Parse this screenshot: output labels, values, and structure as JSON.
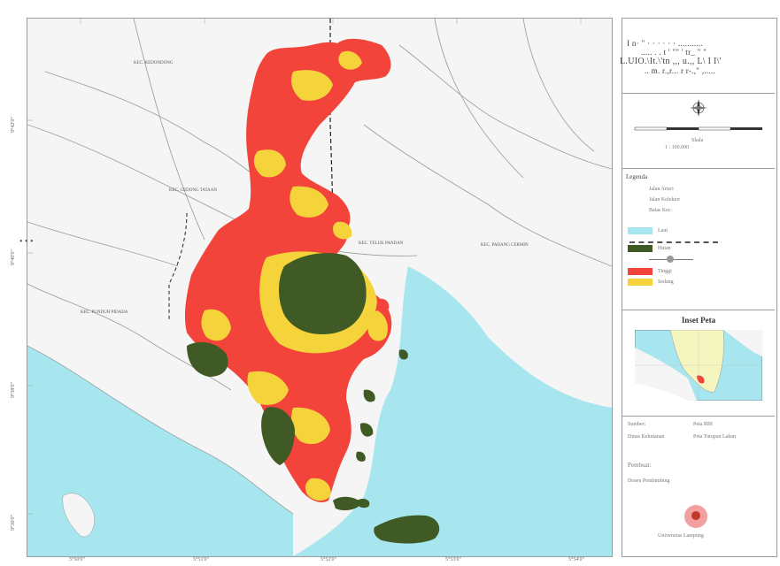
{
  "map": {
    "x_ticks": [
      "5°50'0\"",
      "5°51'0\"",
      "5°52'0\"",
      "5°53'0\"",
      "5°54'0\""
    ],
    "y_ticks": [
      "9°42'0\"",
      "9°40'0\"",
      "9°38'0\"",
      "9°36'0\""
    ],
    "place_labels": [
      "KEC. KEDONDONG",
      "KEC. GEDONG TATAAN",
      "KEC. TELUK PANDAN",
      "KEC. PADANG CERMIN",
      "KEC. PUNDUH PIDADA"
    ],
    "colors": {
      "sea": "#a7e5ef",
      "high": "#f2443a",
      "medium": "#f4d43a",
      "forest": "#3f5a24",
      "land": "#f5f5f5",
      "road": "#999999",
      "boundary": "#222222"
    }
  },
  "sidebar": {
    "title_lines": [
      "I  n· '' · · · · · ·  ...........",
      "..... . . t ' \"\"  '  tr_ \" \"",
      "L.UIO.\\It.\\'tn  ,,, u.,, L\\ I I\\'",
      ".. m. r.,r... r r-.,\" ,....."
    ],
    "scale_label": "Skala",
    "scale_text": "1 : 100.000",
    "legend_title": "Legenda",
    "legend_items": [
      "Jalan Arteri",
      "Jalan Kolektor",
      "Batas Kec.",
      "Laut",
      "Hutan",
      "Tinggi",
      "Sedang"
    ],
    "inset_title": "Inset Peta",
    "bottom_text": [
      "Sumber:",
      "Peta RBI",
      "Dinas Kehutanan",
      "Peta Tutupan Lahan",
      "Pembuat:",
      "Dosen Pembimbing",
      "Universitas Lampung"
    ]
  }
}
